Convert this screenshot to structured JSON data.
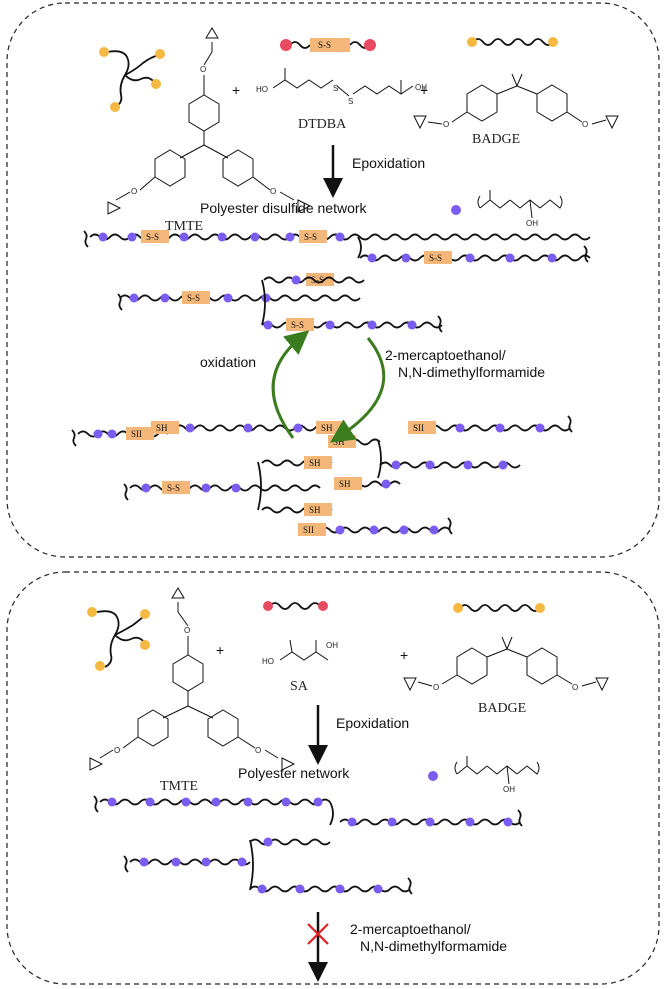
{
  "panel_top": {
    "reactants": {
      "tmte": "TMTE",
      "dtdba": "DTDBA",
      "badge": "BADGE",
      "plus": "+",
      "disulfide_tag": "S-S"
    },
    "arrow_label": "Epoxidation",
    "network_title": "Polyester disulfide network",
    "oxidation_label": "oxidation",
    "reduction_line1": "2-mercaptoethanol/",
    "reduction_line2": "N,N-dimethylformamide",
    "tag_ss": "S-S",
    "tag_sh": "SH",
    "tag_sh_alt": "SII"
  },
  "panel_bottom": {
    "reactants": {
      "tmte": "TMTE",
      "sa": "SA",
      "badge": "BADGE",
      "plus": "+"
    },
    "arrow_label": "Epoxidation",
    "network_title": "Polyester network",
    "blocked_line1": "2-mercaptoethanol/",
    "blocked_line2": "N,N-dimethylformamide"
  },
  "colors": {
    "node_purple": "#7a5cf0",
    "end_orange": "#f5b942",
    "end_red": "#e84a5f",
    "tag_orange": "#f4b77a",
    "cycle_green": "#3b7d1e",
    "cross_red": "#e02020"
  }
}
